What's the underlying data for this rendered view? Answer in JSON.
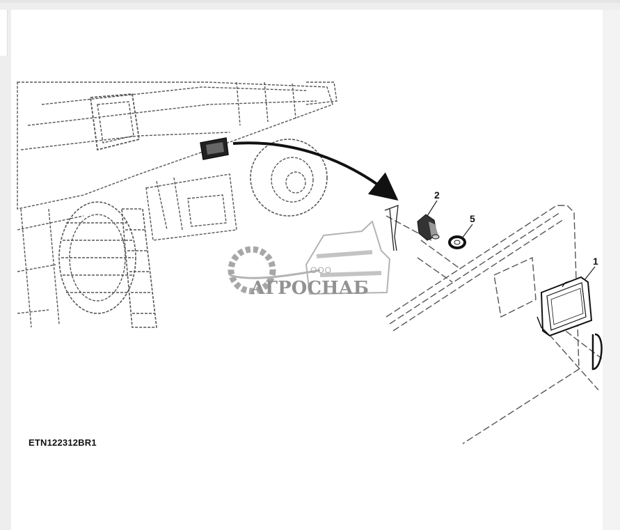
{
  "figure": {
    "code": "ETN122312BR1",
    "callouts": [
      "2",
      "5",
      "1"
    ]
  },
  "watermark": {
    "company_prefix": "ООО",
    "company_name": "АГРОСНАБ",
    "logo_icon": "gear-combine-logo-icon"
  },
  "colors": {
    "line": "#222222",
    "dashed": "#555555",
    "watermark": "#7a7a7a",
    "background": "#ffffff"
  }
}
